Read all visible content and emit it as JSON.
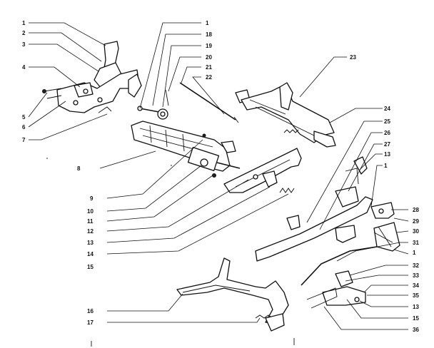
{
  "labels": {
    "l_top1": "1",
    "l_2": "2",
    "l_3": "3",
    "l_4": "4",
    "l_5": "5",
    "l_6": "6",
    "l_7": "7",
    "l_8": "8",
    "l_9": "9",
    "l_10": "10",
    "l_11": "11",
    "l_12": "12",
    "l_13": "13",
    "l_14": "14",
    "l_15": "15",
    "l_16": "16",
    "l_17": "17",
    "l_c1": "1",
    "l_18": "18",
    "l_19": "19",
    "l_20": "20",
    "l_21": "21",
    "l_22": "22",
    "l_23": "23",
    "l_24": "24",
    "l_25": "25",
    "l_26": "26",
    "l_27": "27",
    "l_13b": "13",
    "l_1b": "1",
    "l_28": "28",
    "l_29": "29",
    "l_30": "30",
    "l_1c": "1",
    "l_31": "31",
    "l_32": "32",
    "l_33": "33",
    "l_34": "34",
    "l_35": "35",
    "l_13c": "13",
    "l_15b": "15",
    "l_36": "36"
  }
}
